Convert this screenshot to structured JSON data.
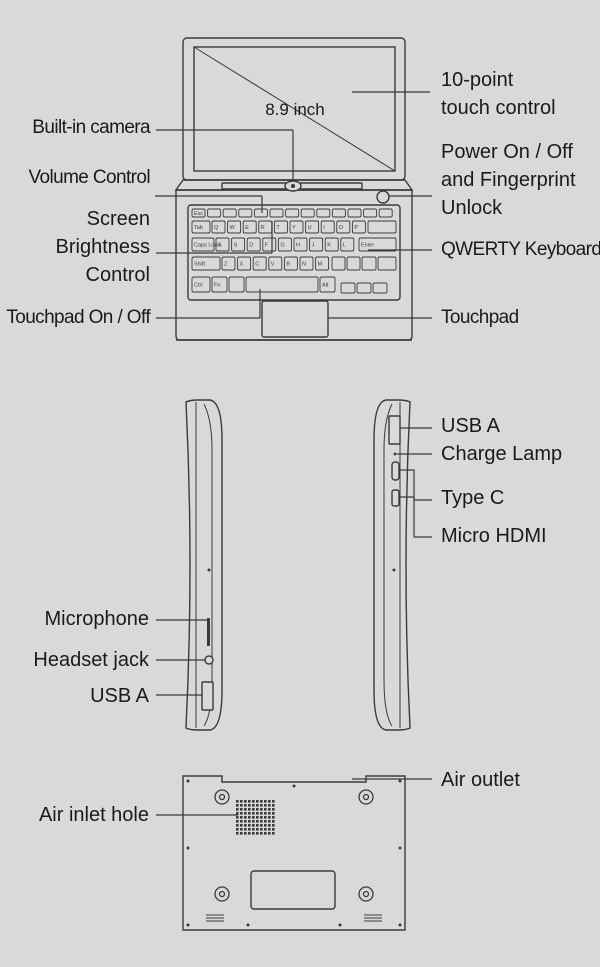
{
  "top_view": {
    "screen_size": "8.9 inch",
    "touch": [
      "10-point",
      "touch control"
    ],
    "camera": "Built-in camera",
    "volume": "Volume Control",
    "brightness": [
      "Screen",
      "Brightness",
      "Control"
    ],
    "power": [
      "Power On / Off",
      "and Fingerprint",
      "Unlock"
    ],
    "keyboard": "QWERTY Keyboard",
    "touchpad_toggle": "Touchpad On / Off",
    "touchpad": "Touchpad"
  },
  "side_views": {
    "usb_a_right": "USB A",
    "charge_lamp": "Charge Lamp",
    "type_c": "Type C",
    "micro_hdmi": "Micro HDMI",
    "microphone": "Microphone",
    "headset_jack": "Headset jack",
    "usb_a_left": "USB A"
  },
  "bottom_view": {
    "air_outlet": "Air outlet",
    "air_inlet": "Air inlet hole"
  },
  "keys": {
    "esc": "Esc",
    "tab": "Tab",
    "caps": "Caps Lock",
    "shift": "Shift",
    "ctrl": "Ctrl",
    "fn": "Fn",
    "alt": "Alt",
    "enter": "Enter",
    "row1": [
      "Q",
      "W",
      "E",
      "R",
      "T",
      "Y",
      "U",
      "I",
      "O",
      "P"
    ],
    "row2": [
      "A",
      "S",
      "D",
      "F",
      "G",
      "H",
      "J",
      "K",
      "L"
    ],
    "row3": [
      "Z",
      "X",
      "C",
      "V",
      "B",
      "N",
      "M"
    ]
  },
  "colors": {
    "background": "#d9d9d9",
    "line": "#3a3a3a",
    "text": "#1a1a1a"
  }
}
